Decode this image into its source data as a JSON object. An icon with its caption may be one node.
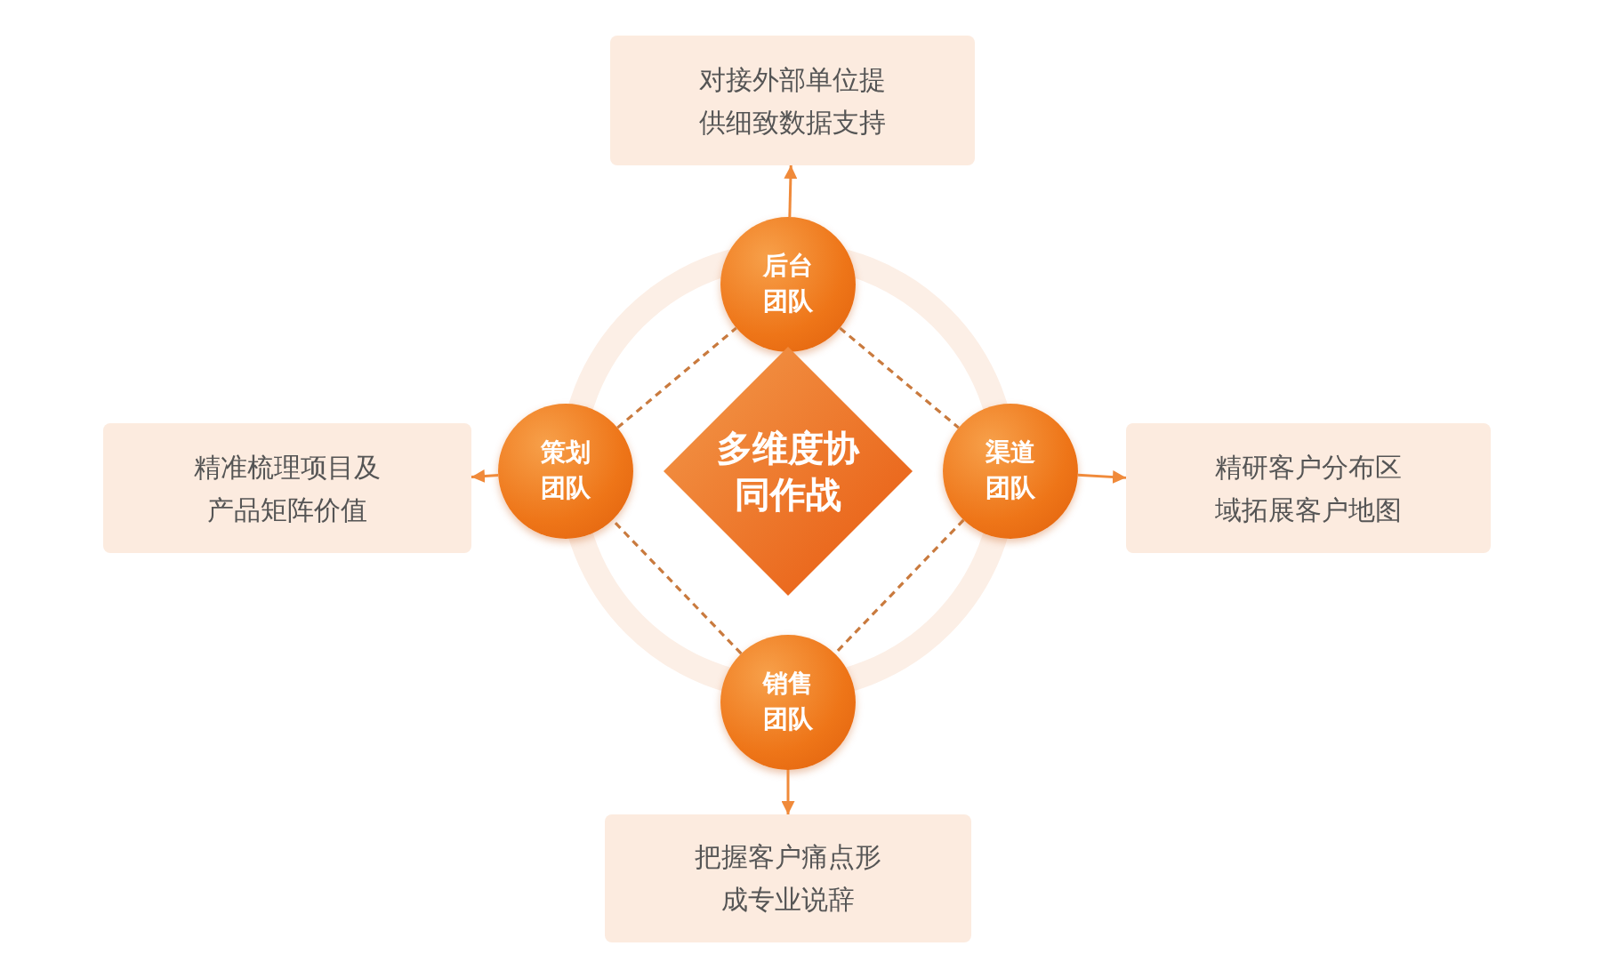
{
  "diagram": {
    "nodes": [
      {
        "text": [
          "对接外部单位提供细致数据支持"
        ]
      },
      {
        "text": [
          "后台团队"
        ]
      },
      {
        "text": [
          "策划团队"
        ]
      },
      {
        "text": [
          "多维度协同作战"
        ]
      },
      {
        "text": [
          "渠道团队"
        ]
      },
      {
        "text": [
          "精准梳理项目及产品矩阵价值"
        ]
      },
      {
        "text": [
          "精研客户分布区域拓展客户地图"
        ]
      },
      {
        "text": [
          "销售团队"
        ]
      },
      {
        "text": [
          "把握客户痛点形成专业说辞"
        ]
      }
    ],
    "edges": [
      {
        "from": 1,
        "to": 0,
        "arrow": "to"
      },
      {
        "from": 2,
        "to": 5,
        "arrow": "to"
      },
      {
        "from": 4,
        "to": 6,
        "arrow": "to"
      },
      {
        "from": 7,
        "to": 8,
        "arrow": "to"
      },
      {
        "from": 1,
        "to": 4,
        "arrow": "none",
        "style": "dashed"
      },
      {
        "from": 4,
        "to": 7,
        "arrow": "none",
        "style": "dashed"
      },
      {
        "from": 7,
        "to": 2,
        "arrow": "none",
        "style": "dashed"
      },
      {
        "from": 2,
        "to": 1,
        "arrow": "none",
        "style": "dashed"
      }
    ]
  }
}
